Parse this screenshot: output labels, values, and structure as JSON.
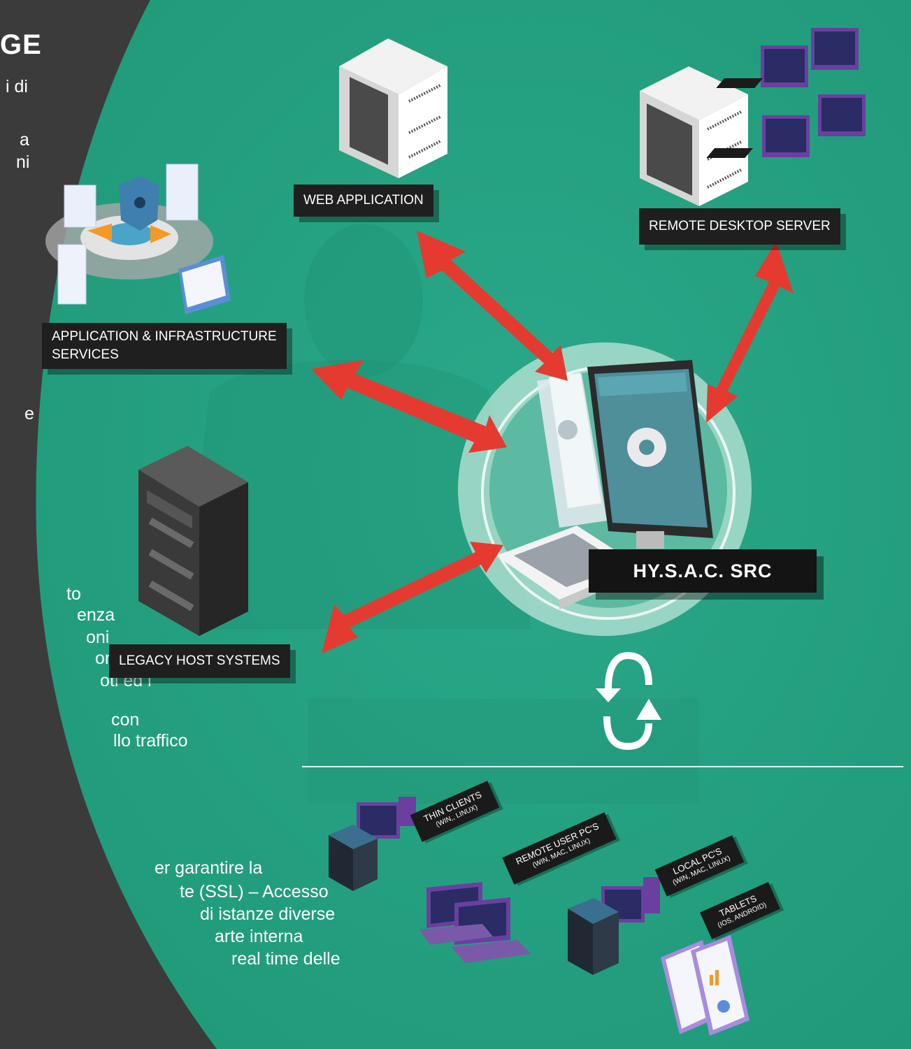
{
  "left_panel": {
    "heading": "GE",
    "lines_top": [
      "i di",
      "a",
      "ni"
    ],
    "line_e": "e",
    "lines_mid": [
      "to",
      "enza",
      "oni",
      "ono",
      "oti ed i",
      "con",
      "llo traffico"
    ],
    "lines_bottom": [
      "er garantire la",
      "te (SSL) – Accesso",
      "di istanze diverse",
      "arte interna",
      "real time delle"
    ]
  },
  "nodes": {
    "web_application": "WEB APPLICATION",
    "remote_desktop_server": "REMOTE DESKTOP SERVER",
    "app_infra_line1": "APPLICATION & INFRASTRUCTURE",
    "app_infra_line2": "SERVICES",
    "legacy_host": "LEGACY HOST SYSTEMS",
    "center": "HY.S.A.C. SRC"
  },
  "clients": {
    "thin_clients": {
      "title": "THIN CLIENTS",
      "sub": "(WIN,, LINUX)"
    },
    "remote_user_pcs": {
      "title": "REMOTE USER PC'S",
      "sub": "(WIN, MAC, LINUX)"
    },
    "local_pcs": {
      "title": "LOCAL PC'S",
      "sub": "(WIN, MAC, LINUX)"
    },
    "tablets": {
      "title": "TABLETS",
      "sub": "(IOS, ANDROID)"
    }
  },
  "colors": {
    "green": "#25a583",
    "dark": "#3b3b3c",
    "arrow": "#e53a2f",
    "label_bg": "#1f1f1f"
  }
}
